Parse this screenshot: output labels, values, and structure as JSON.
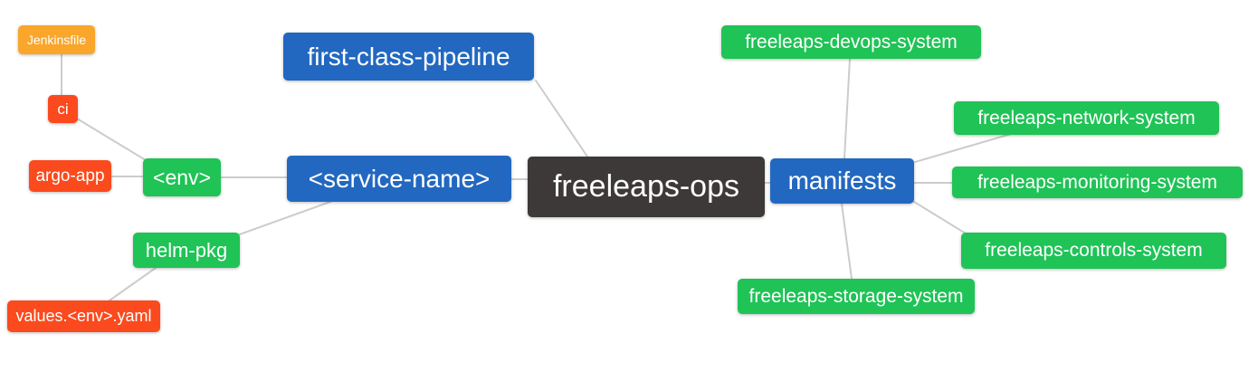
{
  "diagram": {
    "type": "mindmap",
    "background": "#ffffff",
    "palette": {
      "root_bg": "#3c3938",
      "branch_bg": "#2268c0",
      "green_bg": "#1fc356",
      "red_bg": "#fb4a1d",
      "orange_bg": "#f9a62b",
      "text": "#ffffff",
      "link": "#cccccc"
    }
  },
  "nodes": {
    "root": {
      "label": "freeleaps-ops"
    },
    "first_class_pipeline": {
      "label": "first-class-pipeline"
    },
    "service_name": {
      "label": "<service-name>"
    },
    "manifests": {
      "label": "manifests"
    },
    "env": {
      "label": "<env>"
    },
    "helm_pkg": {
      "label": "helm-pkg"
    },
    "ci": {
      "label": "ci"
    },
    "argo_app": {
      "label": "argo-app"
    },
    "jenkinsfile": {
      "label": "Jenkinsfile"
    },
    "values_env_yaml": {
      "label": "values.<env>.yaml"
    },
    "devops_system": {
      "label": "freeleaps-devops-system"
    },
    "network_system": {
      "label": "freeleaps-network-system"
    },
    "monitoring_system": {
      "label": "freeleaps-monitoring-system"
    },
    "controls_system": {
      "label": "freeleaps-controls-system"
    },
    "storage_system": {
      "label": "freeleaps-storage-system"
    }
  },
  "edges": [
    {
      "from": "freeleaps-ops",
      "to": "first-class-pipeline"
    },
    {
      "from": "freeleaps-ops",
      "to": "<service-name>"
    },
    {
      "from": "freeleaps-ops",
      "to": "manifests"
    },
    {
      "from": "<service-name>",
      "to": "<env>"
    },
    {
      "from": "<service-name>",
      "to": "helm-pkg"
    },
    {
      "from": "<env>",
      "to": "ci"
    },
    {
      "from": "<env>",
      "to": "argo-app"
    },
    {
      "from": "ci",
      "to": "Jenkinsfile"
    },
    {
      "from": "helm-pkg",
      "to": "values.<env>.yaml"
    },
    {
      "from": "manifests",
      "to": "freeleaps-devops-system"
    },
    {
      "from": "manifests",
      "to": "freeleaps-network-system"
    },
    {
      "from": "manifests",
      "to": "freeleaps-monitoring-system"
    },
    {
      "from": "manifests",
      "to": "freeleaps-controls-system"
    },
    {
      "from": "manifests",
      "to": "freeleaps-storage-system"
    }
  ]
}
